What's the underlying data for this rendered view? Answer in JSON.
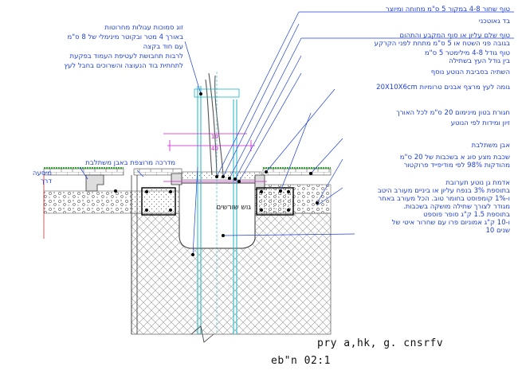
{
  "title": {
    "main": "pry a,hk, g. cnsrfv",
    "scale": "eb\"n 02:1"
  },
  "notes": {
    "left_block": [
      "זוג סמוכות עגולות מחרוטות",
      "באורך 4 מטר ובקוטר מינימלי של 8 ס\"מ",
      "עם חוד בקצה",
      "לרבות תחבושת לעטיפת העמוד בפקעת",
      "לתחתית בוד הנעוצה והשרוכים בחבל לעץ"
    ],
    "r1": "טוף שחור 4-8 במקור 5 ס\"מ מחוחה ומיוצר",
    "r2": "בד גאוטכני",
    "r3": "טוף שלם עליון או סוף המקבע והתהום",
    "r4": "בגובה פני השטח או 5 ס\"מ מתחת לפני הקרקע",
    "r5": "טוף גודל 4-8 מילימטר 5 ס\"מ",
    "r6": "בין גודל העץ בשתילה",
    "r7": "השתיה בסביבת הנוטע נוסף",
    "r8": "גומה לעץ מרצף אבנים טרומיות 20X10X6cm",
    "r9": "חגורת בטון מינימום 20 ס\"מ לכל האורך",
    "r10": "זיון ומידות לפי הנוטע",
    "r11": "אבן משתלבת",
    "r12": "שכבת מצע סוג א בשכבות של 20 ס\"מ",
    "r13": "מהודקות 98% לפי מודיפייד פרוקטור",
    "r14": [
      "אדמת גן נוטע תערובת",
      "בתוספת 3% בנפח עליון או ביניים מעורב היטב",
      "ו-1% קומפוסט בחומר טוב. הכל מעורב באחר",
      "מגודר לצורך שתילה מושקה בשכבות.",
      "בתוספת 1.5 ק\"ג סופר פוספט",
      "ו-10 ק\"ג אמוניום פרו עם שחרור איטי של",
      "שנים 10"
    ],
    "left_pave": "מדרכה מרוצפת באבן משתלבת",
    "kerb": "מיסעה",
    "kerb_sub": "דרך",
    "root_ball": "גוש שורשים"
  },
  "dims": {
    "d1": "10",
    "d2": "40"
  },
  "colors": {
    "line": "#1f3fd6",
    "hatch": "#777777",
    "magenta": "#d01cd0",
    "green": "#2fa52f",
    "cyan": "#19b7c8",
    "text": "#1f3fd6"
  }
}
